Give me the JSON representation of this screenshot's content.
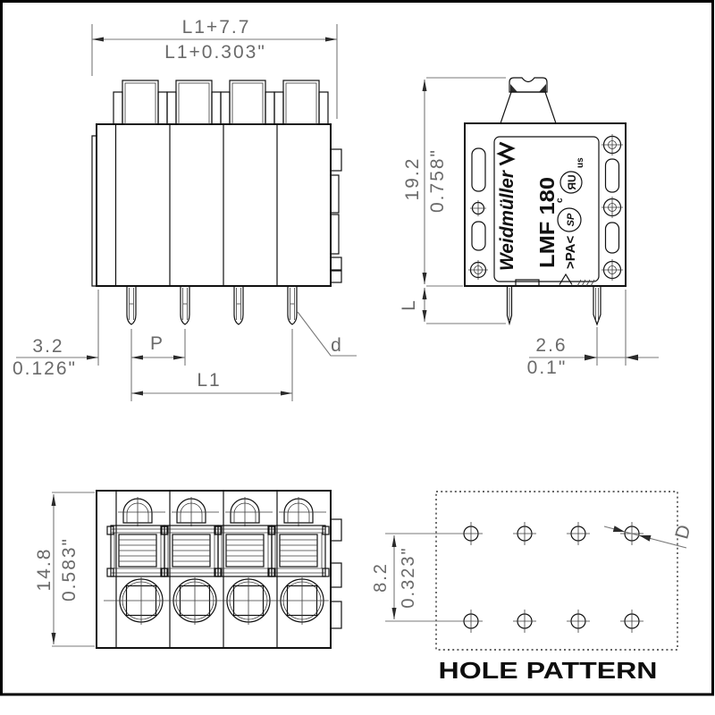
{
  "front_view": {
    "overall_width_mm": "L1+7.7",
    "overall_width_in": "L1+0.303\"",
    "edge_to_pin_mm": "3.2",
    "edge_to_pin_in": "0.126\"",
    "pitch": "P",
    "pin_span": "L1",
    "pin_dia": "d"
  },
  "side_view": {
    "height_mm": "19.2",
    "height_in": "0.758\"",
    "pin_length": "L",
    "pin_to_edge_mm": "2.6",
    "pin_to_edge_in": "0.1\"",
    "marking": {
      "brand": "Weidmüller",
      "model": "LMF 180",
      "material": ">PA<",
      "csa_mark": "SP",
      "ul_mark": "ЯU",
      "ul_prefix": "c",
      "ul_suffix": "us"
    }
  },
  "top_view": {
    "height_mm": "14.8",
    "height_in": "0.583\""
  },
  "hole_pattern": {
    "caption": "HOLE PATTERN",
    "row_spacing_mm": "8.2",
    "row_spacing_in": "0.323\"",
    "hole_dia": "D"
  },
  "colors": {
    "line": "#111111",
    "dimension": "#6e6e6e",
    "arrow": "#2b2b2b",
    "background": "#ffffff"
  }
}
